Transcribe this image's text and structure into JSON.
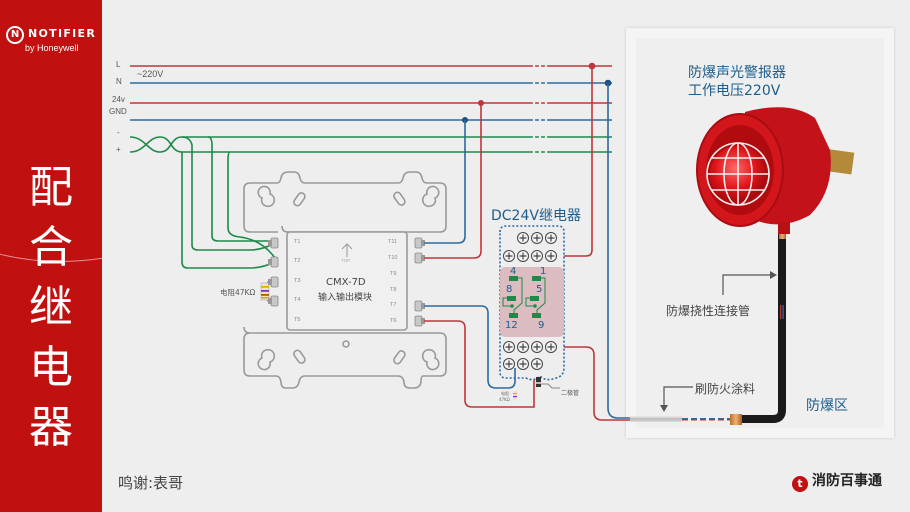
{
  "sidebar": {
    "logo": {
      "brand": "NOTIFIER",
      "mark": "N",
      "sub": "by Honeywell"
    },
    "title_chars": [
      "配",
      "合",
      "继",
      "电",
      "器"
    ],
    "background_color": "#c0100f"
  },
  "bus": {
    "labels": [
      "L",
      "N",
      "24v",
      "GND",
      "-",
      "+"
    ],
    "voltage_note": "~220V",
    "colors": {
      "live": "#c0353d",
      "neutral": "#2c6aa0",
      "signal": "#1e8a4a"
    }
  },
  "module": {
    "model": "CMX-7D",
    "name": "输入输出模块",
    "top_marker": "TOP",
    "left_terminals": [
      "T1",
      "T2",
      "T3",
      "T4",
      "T5"
    ],
    "right_terminals": [
      "T11",
      "T10",
      "T9",
      "T8",
      "T7",
      "T6"
    ],
    "resistor_label": "电阻47KΩ"
  },
  "relay": {
    "title": "DC24V继电器",
    "contact_numbers": [
      "4",
      "8",
      "12",
      "1",
      "5",
      "9"
    ],
    "resistor_label_line1": "电阻",
    "resistor_label_line2": "47KΩ",
    "diode_label": "二极管"
  },
  "alarm": {
    "title_line1": "防爆声光警报器",
    "title_line2": "工作电压220V",
    "conduit_label": "防爆挠性连接管",
    "coating_label": "刷防火涂料",
    "zone_label": "防爆区"
  },
  "footer": {
    "credit": "鸣谢:表哥",
    "brand": "消防百事通"
  }
}
